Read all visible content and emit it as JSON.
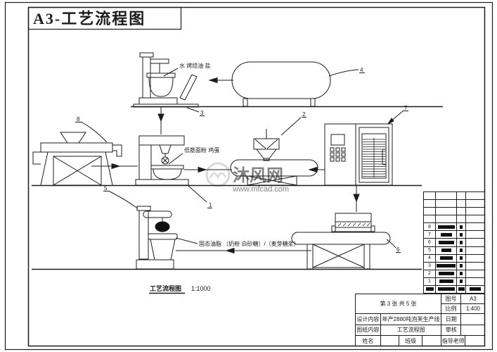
{
  "page": {
    "title": "A3-工艺流程图"
  },
  "annotations": {
    "top_ingredients": "水 烤焙油 盐",
    "mid_ingredients": "低筋面粉 鸡蛋",
    "bottom_ingredients": "固态油脂 （奶粉 白砂糖）/（麦芽糖浆）",
    "caption_label": "工艺流程图",
    "caption_scale": "1:1000"
  },
  "balloons": {
    "mid_mixer": "1",
    "filler": "2",
    "top_mixer": "3",
    "tank": "4",
    "bottom_mixer": "5",
    "sandwich_table": "6",
    "oven": "7",
    "sifter": "8"
  },
  "watermark": {
    "site_name": "沐风网",
    "site_url": "www.mfcad.com"
  },
  "parts_list": {
    "row_numbers": [
      "8",
      "7",
      "6",
      "5",
      "4",
      "3",
      "2",
      "1"
    ]
  },
  "title_block": {
    "sheet_info": "第 3 张  共 5 张",
    "drawing_no_label": "图号",
    "drawing_no": "A3",
    "scale_label": "比例",
    "scale": "1:400",
    "design_label": "设计内容",
    "design_value": "年产2880吨泡芙生产线",
    "date_label": "日期",
    "date_value": "",
    "content_label": "图纸内容",
    "content_value": "工艺流程图",
    "review_label": "审核",
    "review_value": "",
    "name_label": "姓名",
    "name_value": "",
    "class_label": "班级",
    "class_value": "",
    "advisor_label": "指导老师",
    "advisor_value": ""
  },
  "colors": {
    "accent_red": "#c3242b",
    "line": "#1c1c1c",
    "watermark": "#c6c6c6"
  }
}
